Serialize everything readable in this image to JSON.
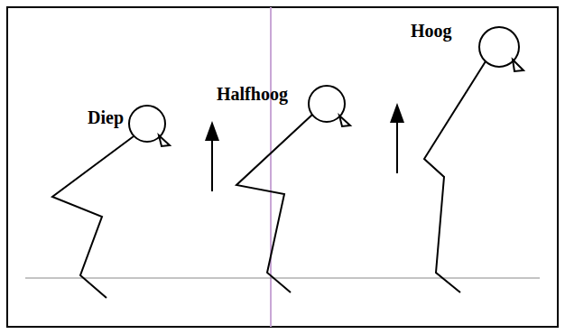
{
  "diagram": {
    "labels": [
      "Diep",
      "Halfhoog",
      "Hoog"
    ]
  }
}
